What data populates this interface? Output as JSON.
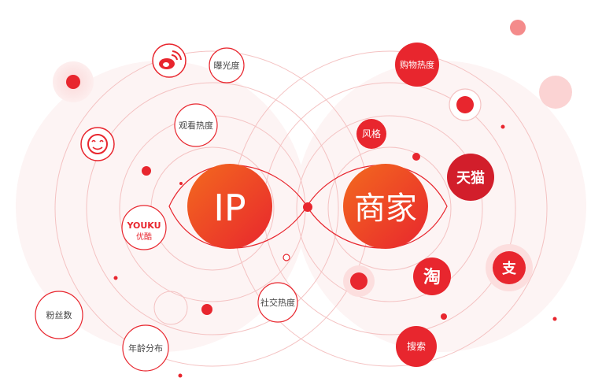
{
  "colors": {
    "accent": "#e8262e",
    "hub_gradient_start": "#f15c1e",
    "hub_gradient_end": "#e8262e",
    "ring": "#f4b6b6",
    "halo": "#fde8e8",
    "label_text": "#444444"
  },
  "hubs": {
    "ip": {
      "label": "IP"
    },
    "merchant": {
      "label": "商家"
    }
  },
  "left_nodes": {
    "exposure": "曝光度",
    "view_heat": "观看热度",
    "fans": "粉丝数",
    "age": "年龄分布",
    "social_heat": "社交热度",
    "youku_line1": "YOUKU",
    "youku_line2": "优酷"
  },
  "right_nodes": {
    "shopping_heat": "购物热度",
    "style": "风格",
    "tmall": "天猫",
    "taobao": "淘",
    "alipay": "支",
    "search": "搜索"
  },
  "icons": {
    "weibo": "weibo-icon",
    "tudou": "tudou-icon",
    "youku": "youku-logo",
    "tmall": "tmall-icon",
    "taobao": "taobao-icon",
    "alipay": "alipay-icon"
  }
}
